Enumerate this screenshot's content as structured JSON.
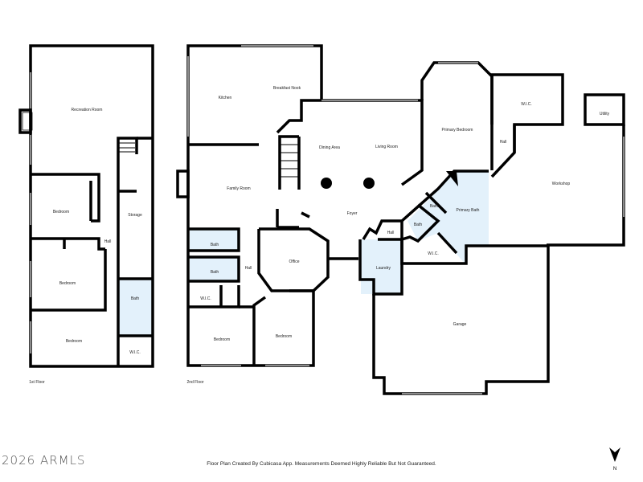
{
  "floors": [
    {
      "label": "1st Floor",
      "rooms": [
        "Recreation Room",
        "Bedroom",
        "Hall",
        "Storage",
        "Bedroom",
        "Bath",
        "Bedroom",
        "W.I.C."
      ]
    },
    {
      "label": "2nd Floor",
      "rooms": [
        "Kitchen",
        "Breakfast Nook",
        "Dining Area",
        "Living Room",
        "Family Room",
        "Foyer",
        "Bath",
        "Bath",
        "Hall",
        "Office",
        "W.I.C.",
        "Bedroom",
        "Bedroom",
        "Laundry",
        "Hall",
        "Bath",
        "Bath",
        "Primary Bath",
        "W.I.C.",
        "Primary Bedroom",
        "W.I.C.",
        "Hall",
        "Utility",
        "Workshop",
        "Garage"
      ]
    }
  ],
  "colors": {
    "wall": "#000000",
    "wet_room_fill": "#e3f1fb"
  },
  "footer": {
    "watermark": "2026 ARMLS",
    "credit": "Floor Plan Created By Cubicasa App. Measurements Deemed Highly Reliable But Not Guaranteed.",
    "north_label": "N",
    "north_icon": "north-arrow-icon"
  }
}
